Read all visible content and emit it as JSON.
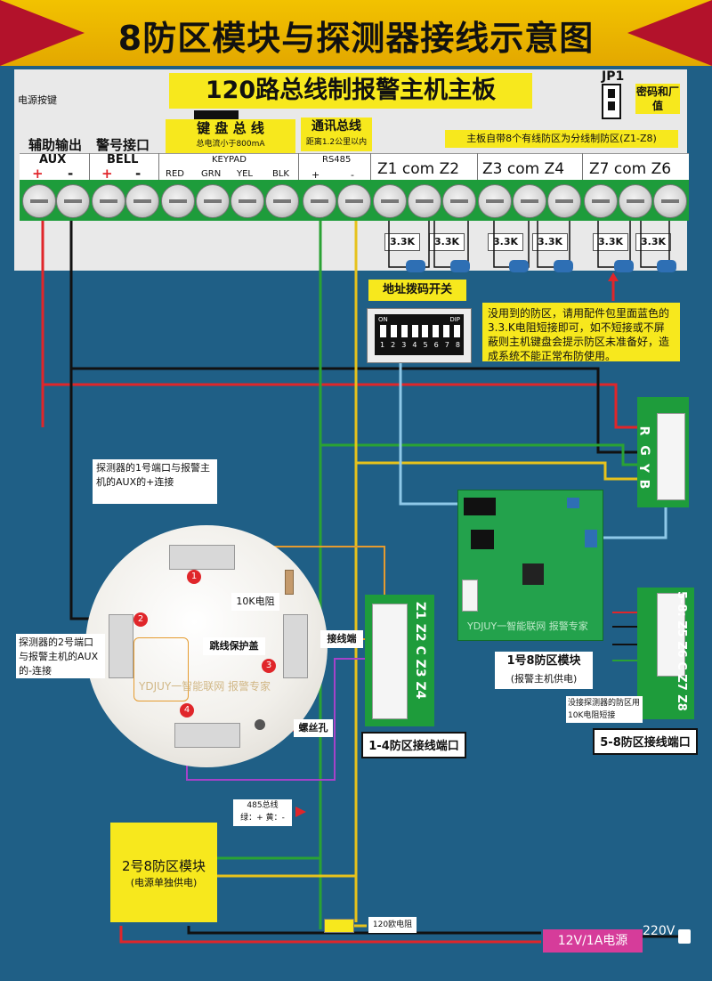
{
  "title": "8防区模块与探测器接线示意图",
  "board": {
    "title": "120路总线制报警主机主板",
    "power_key": "电源按键",
    "jp1": "JP1",
    "jp1_label": "密码和厂值",
    "aux_label": "辅助输出",
    "bell_label": "警号接口",
    "keypad_bus_title": "键 盘 总 线",
    "keypad_bus_sub": "总电流小于800mA",
    "comm_bus_title": "通讯总线",
    "comm_bus_sub": "距离1.2公里以内",
    "zone_note": "主板自带8个有线防区为分线制防区(Z1-Z8)",
    "aux": "AUX",
    "bell": "BELL",
    "keypad": "KEYPAD",
    "rs485": "RS485",
    "plus": "+",
    "minus": "-",
    "red": "RED",
    "grn": "GRN",
    "yel": "YEL",
    "blk": "BLK",
    "z_group1": "Z1 com Z2",
    "z_group2": "Z3 com Z4",
    "z_group3": "Z7 com Z6",
    "resistor": "3.3K"
  },
  "dip": {
    "label": "地址拨码开关",
    "on": "ON",
    "dip": "DIP",
    "numbers": [
      "1",
      "2",
      "3",
      "4",
      "5",
      "6",
      "7",
      "8"
    ]
  },
  "unused_note": "没用到的防区，请用配件包里面蓝色的3.3.K电阻短接即可，如不短接或不屏蔽则主机键盘会提示防区未准备好，造成系统不能正常布防使用。",
  "connector_rgyb": [
    "R",
    "G",
    "Y",
    "B"
  ],
  "detector": {
    "note1": "探测器的1号端口与报警主机的AUX的+连接",
    "note2": "探测器的2号端口与报警主机的AUX的-连接",
    "n1": "1",
    "n2": "2",
    "n3": "3",
    "n4": "4",
    "res10k": "10K电阻",
    "jumper": "跳线保护盖",
    "terminal": "接线端",
    "screw": "螺丝孔",
    "watermark": "YDJUY一智能联网 报警专家"
  },
  "module": {
    "watermark": "YDJUY一智能联网 报警专家",
    "name": "1号8防区模块",
    "sub": "(报警主机供电)",
    "no_detector": "没接探测器的防区用10K电阻短接",
    "port14": "1-4防区接线端口",
    "port58": "5-8防区接线端口",
    "pins14": "Z1 Z2 C Z3 Z4",
    "pins58": "5-8: Z5 Z6 C Z7 Z8"
  },
  "bus485": {
    "title": "485总线",
    "sub": "绿：+ 黄：-"
  },
  "module2": {
    "name": "2号8防区模块",
    "sub": "(电源单独供电)"
  },
  "res120": "120欧电阻",
  "psu": "12V/1A电源",
  "ac": "220V",
  "colors": {
    "red_wire": "#e0262a",
    "black_wire": "#111111",
    "green_wire": "#2aa234",
    "yellow_wire": "#e6c21c",
    "blue_wire": "#8ec8e8",
    "purple_wire": "#a642c9",
    "orange_wire": "#e59b2f"
  }
}
